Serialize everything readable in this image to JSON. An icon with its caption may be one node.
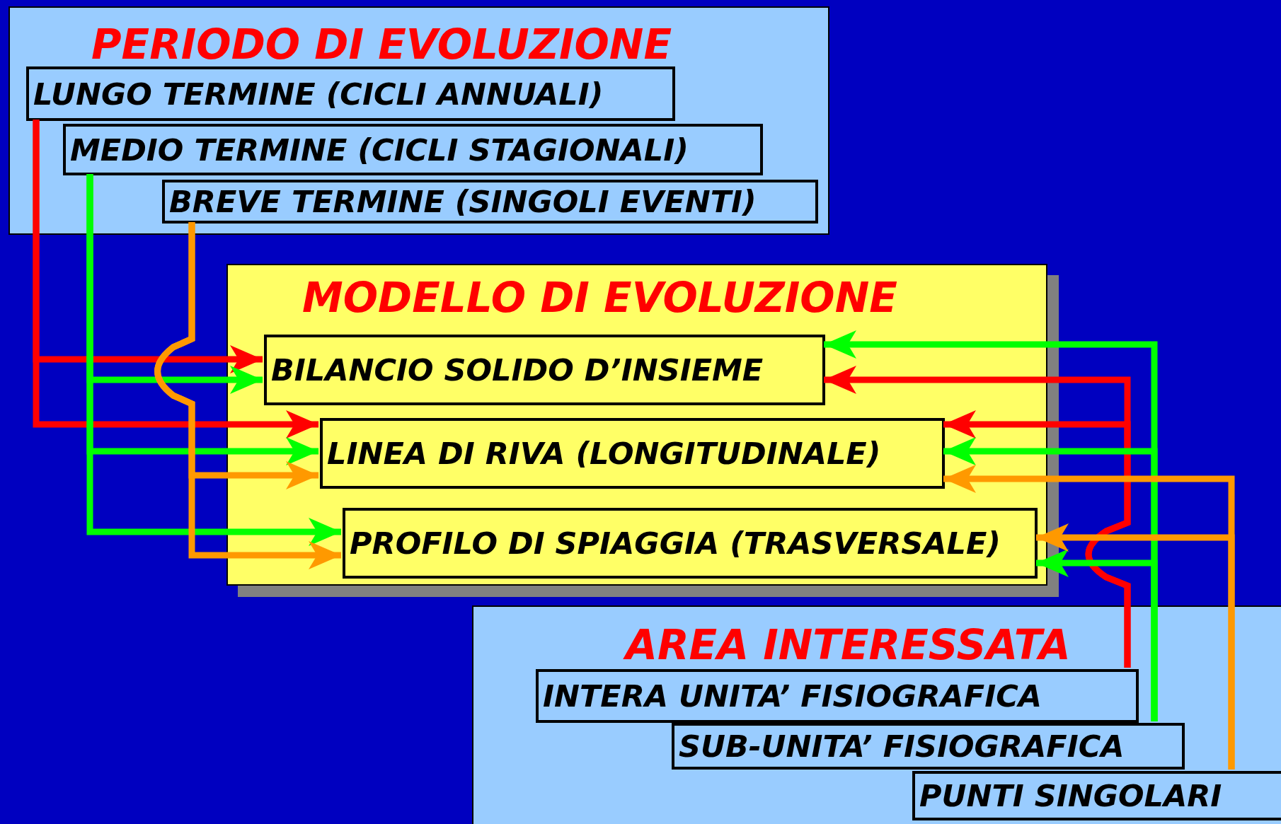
{
  "diagram": {
    "nodes": [
      {
        "text": [
          "PERIODO DI EVOLUZIONE"
        ]
      },
      {
        "text": [
          "LUNGO TERMINE (CICLI ANNUALI)"
        ],
        "in": 0
      },
      {
        "text": [
          "MEDIO TERMINE (CICLI STAGIONALI)"
        ],
        "in": 0
      },
      {
        "text": [
          "BREVE TERMINE (SINGOLI EVENTI)"
        ],
        "in": 0
      },
      {
        "text": [
          "MODELLO DI EVOLUZIONE"
        ]
      },
      {
        "text": [
          "BILANCIO SOLIDO D’INSIEME"
        ],
        "in": 4
      },
      {
        "text": [
          "LINEA DI RIVA (LONGITUDINALE)"
        ],
        "in": 4
      },
      {
        "text": [
          "PROFILO DI SPIAGGIA (TRASVERSALE)"
        ],
        "in": 4
      },
      {
        "text": [
          "AREA INTERESSATA"
        ]
      },
      {
        "text": [
          "INTERA UNITA’ FISIOGRAFICA"
        ],
        "in": 8
      },
      {
        "text": [
          "SUB-UNITA’ FISIOGRAFICA"
        ],
        "in": 8
      },
      {
        "text": [
          "PUNTI SINGOLARI"
        ],
        "in": 8
      }
    ],
    "edges": [
      {
        "from": 1,
        "to": 5,
        "arrow": "to",
        "color": "#ff0000"
      },
      {
        "from": 1,
        "to": 6,
        "arrow": "to",
        "color": "#ff0000"
      },
      {
        "from": 2,
        "to": 5,
        "arrow": "to",
        "color": "#00ff00"
      },
      {
        "from": 2,
        "to": 6,
        "arrow": "to",
        "color": "#00ff00"
      },
      {
        "from": 2,
        "to": 7,
        "arrow": "to",
        "color": "#00ff00"
      },
      {
        "from": 3,
        "to": 6,
        "arrow": "to",
        "color": "#ff9900"
      },
      {
        "from": 3,
        "to": 7,
        "arrow": "to",
        "color": "#ff9900"
      },
      {
        "from": 9,
        "to": 5,
        "arrow": "to",
        "color": "#ff0000"
      },
      {
        "from": 9,
        "to": 6,
        "arrow": "to",
        "color": "#ff0000"
      },
      {
        "from": 10,
        "to": 5,
        "arrow": "to",
        "color": "#00ff00"
      },
      {
        "from": 10,
        "to": 6,
        "arrow": "to",
        "color": "#00ff00"
      },
      {
        "from": 10,
        "to": 7,
        "arrow": "to",
        "color": "#00ff00"
      },
      {
        "from": 11,
        "to": 6,
        "arrow": "to",
        "color": "#ff9900"
      },
      {
        "from": 11,
        "to": 7,
        "arrow": "to",
        "color": "#ff9900"
      }
    ]
  }
}
